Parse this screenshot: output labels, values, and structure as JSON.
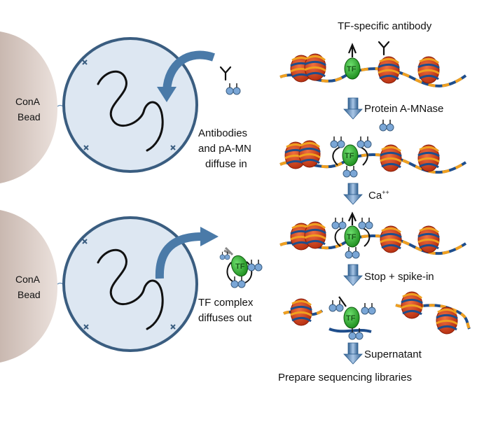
{
  "bead_label": [
    "ConA",
    "Bead"
  ],
  "labels": {
    "tf_antibody": "TF-specific antibody",
    "protein_a": "Protein A-MNase",
    "ca": "Ca",
    "ca_sup": "++",
    "stop": "Stop + spike-in",
    "supernatant": "Supernatant",
    "prepare": "Prepare sequencing libraries",
    "tf": "TF"
  },
  "left_top_caption": [
    "Antibodies",
    "and pA-MN",
    "diffuse in"
  ],
  "left_bottom_caption": [
    "TF complex",
    "diffuses out"
  ],
  "colors": {
    "bead": "#dccfc9",
    "nucleus_fill": "#dde7f2",
    "nucleus_stroke": "#3a5d80",
    "arrow_blue": "#4a7aa8",
    "dna_blue": "#1f4e8c",
    "dna_orange": "#f0a020",
    "nucleosome": "#cc3a1a",
    "tf_green": "#2aa82a",
    "pa_blue": "#7aa6d6"
  }
}
